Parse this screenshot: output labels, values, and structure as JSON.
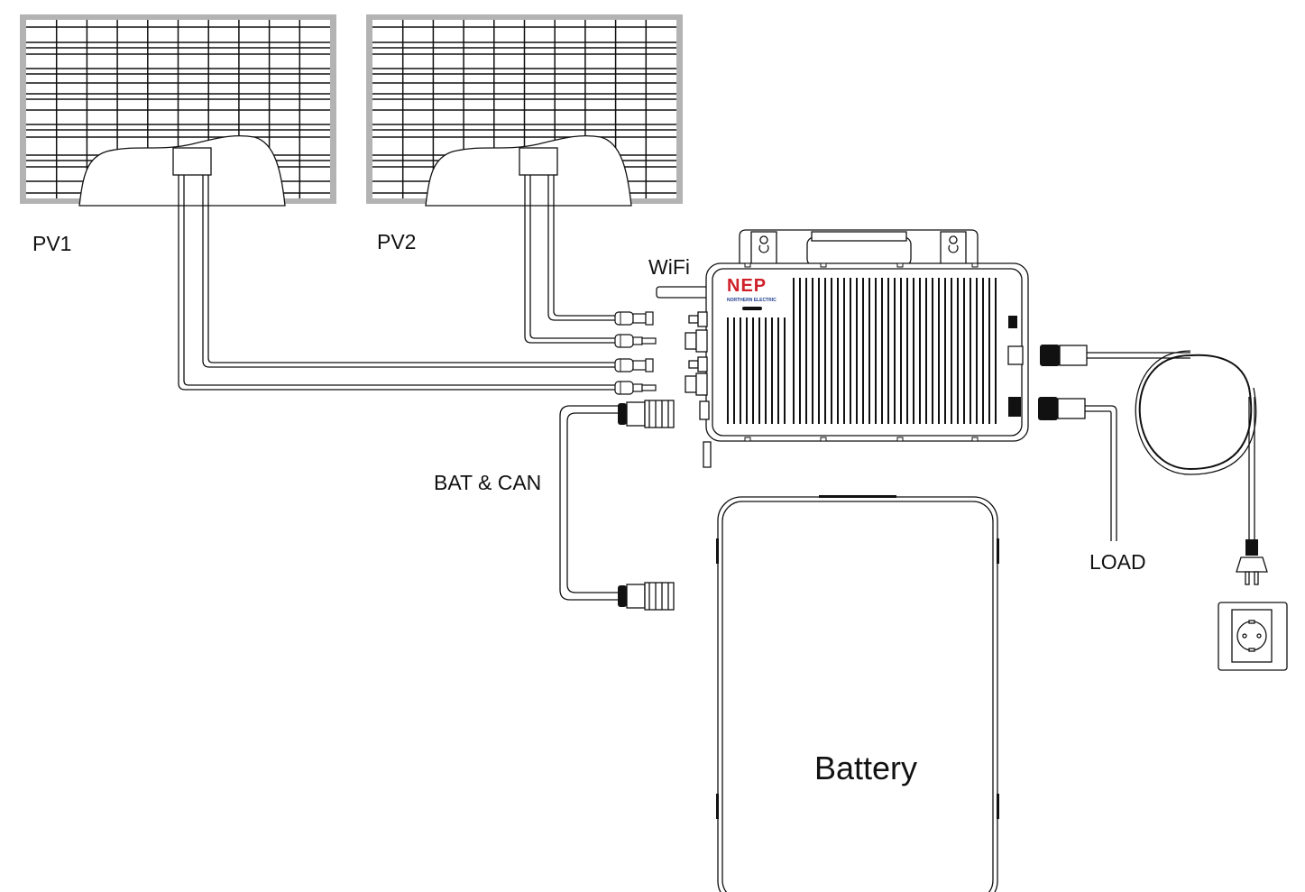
{
  "labels": {
    "pv1": "PV1",
    "pv2": "PV2",
    "wifi": "WiFi",
    "bat_can": "BAT & CAN",
    "load": "LOAD",
    "battery": "Battery"
  },
  "logo": {
    "brand": "NEP",
    "subtitle": "NORTHERN ELECTRIC",
    "brand_color": "#d0202a",
    "subtitle_color": "#1e3c8c"
  },
  "colors": {
    "line": "#111111",
    "panel_frame": "#b3b3b3",
    "background": "#ffffff"
  },
  "components": [
    {
      "id": "pv1",
      "type": "solar-panel"
    },
    {
      "id": "pv2",
      "type": "solar-panel"
    },
    {
      "id": "inverter",
      "type": "microinverter"
    },
    {
      "id": "battery",
      "type": "battery"
    },
    {
      "id": "plug",
      "type": "ac-plug"
    },
    {
      "id": "socket",
      "type": "wall-socket"
    }
  ]
}
